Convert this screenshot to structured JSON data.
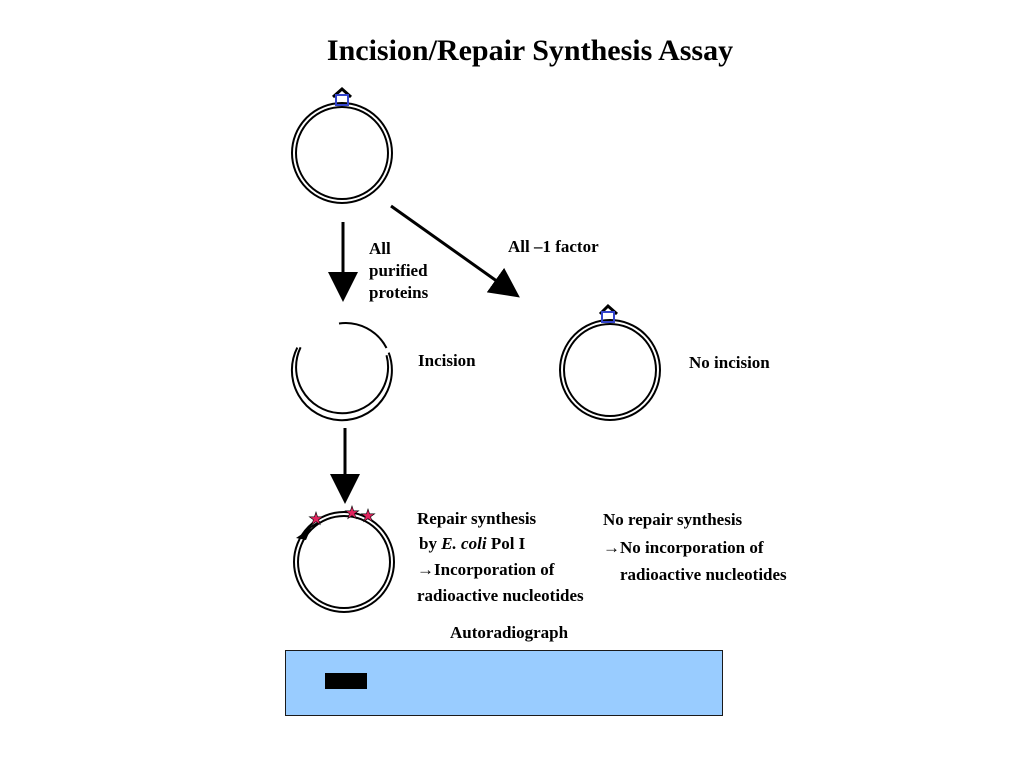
{
  "title": "Incision/Repair Synthesis Assay",
  "labels": {
    "all_purified_line1": "All",
    "all_purified_line2": "purified",
    "all_purified_line3": "proteins",
    "all_minus_factor": "All –1 factor",
    "incision": "Incision",
    "no_incision": "No incision",
    "repair_line1": "Repair synthesis",
    "repair_line2_prefix": "by",
    "repair_line2_species": "E. coli",
    "repair_line2_suffix": "Pol I",
    "repair_line3_arrow": "→",
    "repair_line3_text": "Incorporation of",
    "repair_line4": "radioactive nucleotides",
    "no_repair_line1": "No repair synthesis",
    "no_repair_line2_arrow": "→",
    "no_repair_line2_text": "No incorporation of",
    "no_repair_line3": "radioactive nucleotides",
    "autoradiograph": "Autoradiograph"
  },
  "colors": {
    "gel_background": "#99ccff",
    "band": "#000000",
    "stars": "#e0245e",
    "lesion": "#3344cc"
  }
}
